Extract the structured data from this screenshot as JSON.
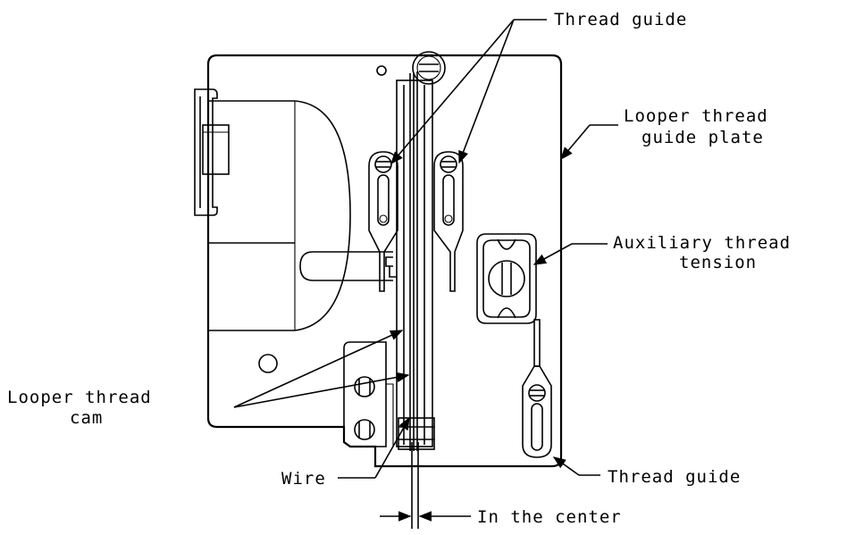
{
  "labels": {
    "thread_guide_top": "Thread guide",
    "looper_guide_plate_1": "Looper thread",
    "looper_guide_plate_2": "guide plate",
    "aux_tension_1": "Auxiliary thread",
    "aux_tension_2": "tension",
    "looper_cam_1": "Looper thread",
    "looper_cam_2": "cam",
    "wire": "Wire",
    "thread_guide_bottom": "Thread guide",
    "in_the_center": "In the center"
  }
}
